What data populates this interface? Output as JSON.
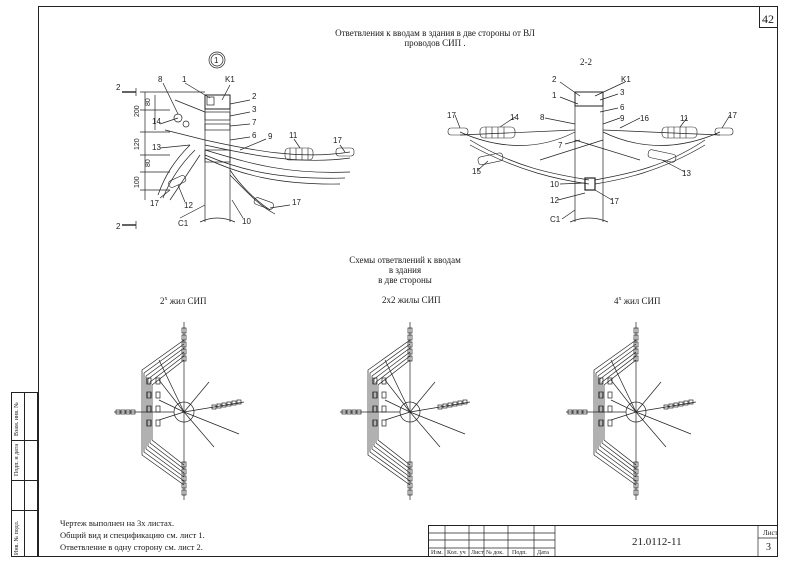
{
  "sheet_corner_number": "42",
  "title": {
    "line1": "Ответвления к вводам в здания в две стороны от ВЛ",
    "line2": "проводов СИП ."
  },
  "view1": {
    "circle_label": "1",
    "section_marker": "2",
    "labels": [
      "8",
      "1",
      "K1",
      "2",
      "3",
      "7",
      "6",
      "9",
      "11",
      "17",
      "13",
      "14",
      "12",
      "17",
      "10",
      "17",
      "C1"
    ],
    "dims": [
      "200",
      "80",
      "120",
      "80",
      "100"
    ]
  },
  "view2": {
    "title": "2-2",
    "labels": [
      "2",
      "K1",
      "1",
      "3",
      "6",
      "8",
      "9",
      "16",
      "11",
      "17",
      "14",
      "17",
      "7",
      "15",
      "13",
      "10",
      "12",
      "17",
      "C1"
    ]
  },
  "schemes": {
    "title_line1": "Схемы ответвлений к вводам",
    "title_line2": "в здания",
    "title_line3": "в две стороны",
    "items": [
      {
        "label": "2",
        "sup": "х",
        "suffix": " жил СИП"
      },
      {
        "label": "2х2 жилы СИП",
        "sup": "",
        "suffix": ""
      },
      {
        "label": "4",
        "sup": "х",
        "suffix": " жил СИП"
      }
    ]
  },
  "notes": [
    "Чертеж выполнен на 3х листах.",
    "Общий вид и спецификацию см. лист 1.",
    "Ответвление в одну сторону см. лист 2."
  ],
  "side_labels": [
    "Инв. № подл.",
    "Подп. и дата",
    "Взам. инв. №"
  ],
  "stamp": {
    "designation": "21.0112-11",
    "sheet_label": "Лист",
    "sheet_number": "3",
    "columns": [
      "Изм.",
      "Кол. уч",
      "Лист",
      "№ док.",
      "Подп.",
      "Дата"
    ]
  }
}
